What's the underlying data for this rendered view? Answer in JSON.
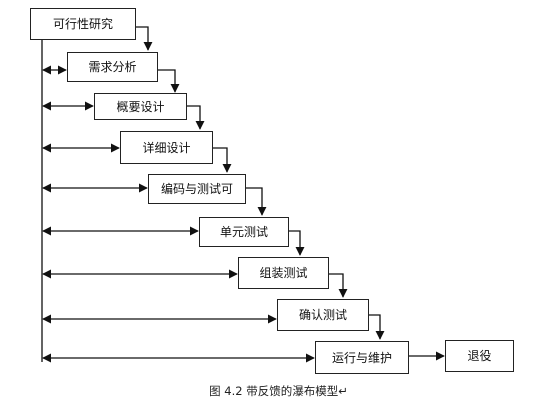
{
  "stages": [
    {
      "label": "可行性研究"
    },
    {
      "label": "需求分析"
    },
    {
      "label": "概要设计"
    },
    {
      "label": "详细设计"
    },
    {
      "label": "编码与测试可"
    },
    {
      "label": "单元测试"
    },
    {
      "label": "组装测试"
    },
    {
      "label": "确认测试"
    },
    {
      "label": "运行与维护"
    },
    {
      "label": "退役"
    }
  ],
  "caption": "图 4.2 带反馈的瀑布模型↵"
}
